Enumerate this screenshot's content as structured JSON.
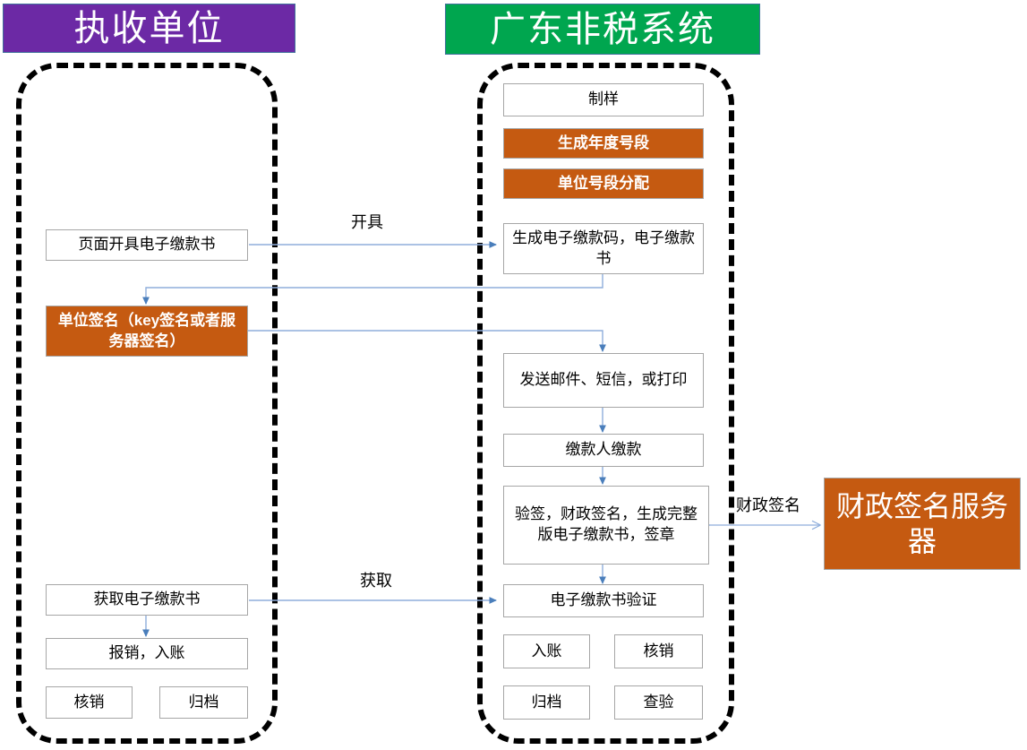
{
  "headers": {
    "left": {
      "label": "执收单位",
      "color": "#6C29A5"
    },
    "right": {
      "label": "广东非税系统",
      "color": "#00A64F"
    }
  },
  "palette": {
    "orange": "#C55A11",
    "purple": "#6C29A5",
    "green": "#00A64F",
    "node_border": "#A6A6A6",
    "arrow": "#5B8DC8",
    "lane_border": "#000000"
  },
  "lanes": {
    "left": {
      "name": "执收单位"
    },
    "right": {
      "name": "广东非税系统"
    }
  },
  "nodes": {
    "zhiyang": {
      "label": "制样",
      "style": "white"
    },
    "shengcheng_niandu_haoduan": {
      "label": "生成年度号段",
      "style": "orange"
    },
    "danwei_haoduan_fenpei": {
      "label": "单位号段分配",
      "style": "orange"
    },
    "yemian_kaiju": {
      "label": "页面开具电子缴款书",
      "style": "white"
    },
    "shengcheng_dianzi_jiaokuanma": {
      "label": "生成电子缴款码，电子缴款书",
      "style": "white"
    },
    "danwei_qianming": {
      "label": "单位签名（key签名或者服务器签名）",
      "style": "orange"
    },
    "fasong": {
      "label": "发送邮件、短信，或打印",
      "style": "white"
    },
    "jiaokuanren_jiaokuan": {
      "label": "缴款人缴款",
      "style": "white"
    },
    "yanqian_caizheng": {
      "label": "验签，财政签名，生成完整版电子缴款书，签章",
      "style": "white"
    },
    "caizheng_qianming_fuwuqi": {
      "label": "财政签名服务器",
      "style": "orange-big"
    },
    "huoqu_dianzi_jiaokuanshu": {
      "label": "获取电子缴款书",
      "style": "white"
    },
    "baoxiao_ruzhang": {
      "label": "报销，入账",
      "style": "white"
    },
    "left_hexiao": {
      "label": "核销",
      "style": "white"
    },
    "left_guidang": {
      "label": "归档",
      "style": "white"
    },
    "dianzi_jiaokuanshu_yanzheng": {
      "label": "电子缴款书验证",
      "style": "white"
    },
    "right_ruzhang": {
      "label": "入账",
      "style": "white"
    },
    "right_hexiao": {
      "label": "核销",
      "style": "white"
    },
    "right_guidang": {
      "label": "归档",
      "style": "white"
    },
    "right_chayan": {
      "label": "查验",
      "style": "white"
    }
  },
  "edge_labels": {
    "kaiju": "开具",
    "huoqu": "获取",
    "caizheng_qianming": "财政签名"
  }
}
